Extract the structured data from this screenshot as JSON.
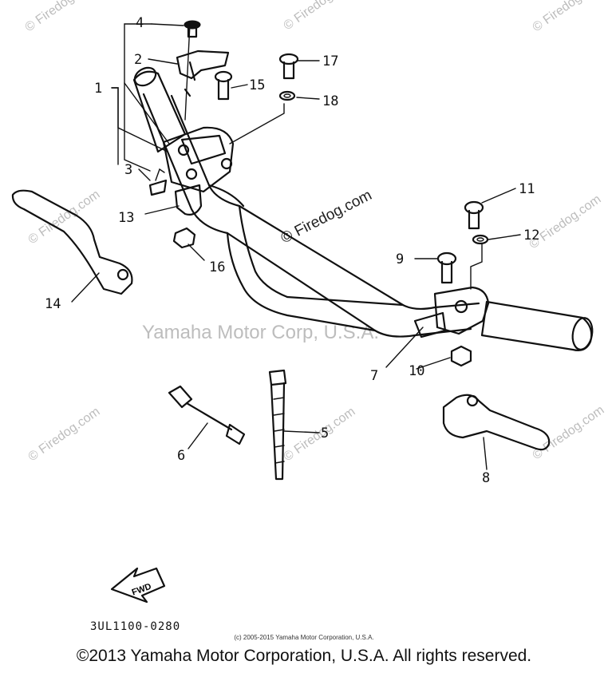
{
  "watermarks": {
    "site": "© Firedog.com",
    "center": "Yamaha Motor Corp, U.S.A."
  },
  "callouts": [
    {
      "id": "c1",
      "label": "1"
    },
    {
      "id": "c2",
      "label": "2"
    },
    {
      "id": "c3",
      "label": "3"
    },
    {
      "id": "c4",
      "label": "4"
    },
    {
      "id": "c5",
      "label": "5"
    },
    {
      "id": "c6",
      "label": "6"
    },
    {
      "id": "c7",
      "label": "7"
    },
    {
      "id": "c8",
      "label": "8"
    },
    {
      "id": "c9",
      "label": "9"
    },
    {
      "id": "c10",
      "label": "10"
    },
    {
      "id": "c11",
      "label": "11"
    },
    {
      "id": "c12",
      "label": "12"
    },
    {
      "id": "c13",
      "label": "13"
    },
    {
      "id": "c14",
      "label": "14"
    },
    {
      "id": "c15",
      "label": "15"
    },
    {
      "id": "c16",
      "label": "16"
    },
    {
      "id": "c17",
      "label": "17"
    },
    {
      "id": "c18",
      "label": "18"
    }
  ],
  "fwd_label": "FWD",
  "diagram_code": "3UL1100-0280",
  "small_copyright": "(c) 2005-2015 Yamaha Motor Corporation, U.S.A.",
  "footer_copyright": "©2013 Yamaha Motor Corporation, U.S.A. All rights reserved."
}
